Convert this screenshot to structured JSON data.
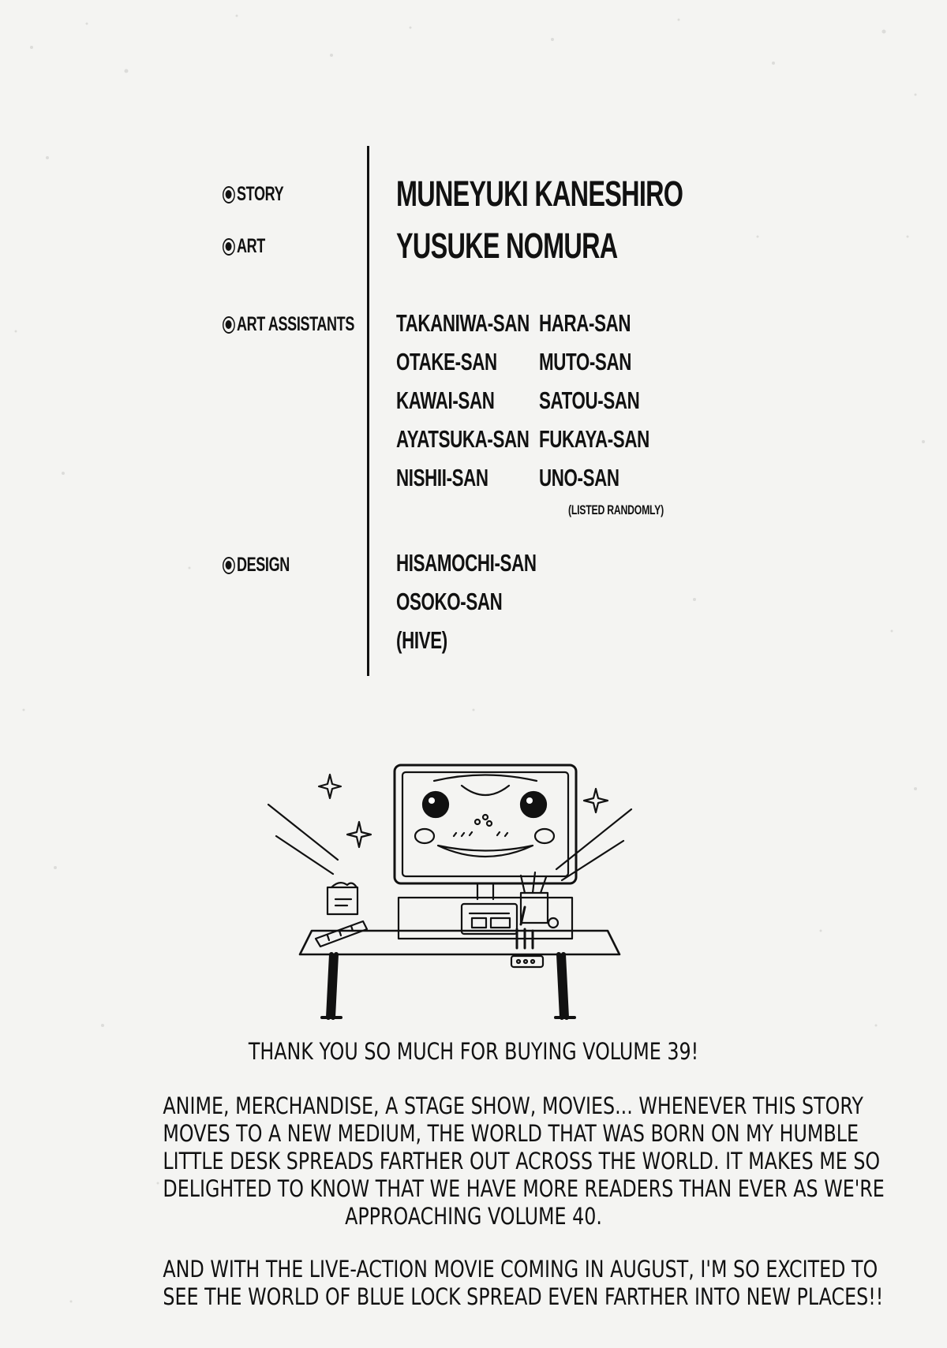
{
  "credits": {
    "story": {
      "label": "STORY",
      "name": "MUNEYUKI KANESHIRO"
    },
    "art": {
      "label": "ART",
      "name": "YUSUKE NOMURA"
    },
    "assistants": {
      "label": "ART ASSISTANTS",
      "left": [
        "TAKANIWA-SAN",
        "OTAKE-SAN",
        "KAWAI-SAN",
        "AYATSUKA-SAN",
        "NISHII-SAN"
      ],
      "right": [
        "HARA-SAN",
        "MUTO-SAN",
        "SATOU-SAN",
        "FUKAYA-SAN",
        "UNO-SAN"
      ],
      "note": "(LISTED RANDOMLY)"
    },
    "design": {
      "label": "DESIGN",
      "names": [
        "HISAMOCHI-SAN",
        "OSOKO-SAN",
        "(HIVE)"
      ]
    }
  },
  "message": {
    "thanks": "THANK YOU SO MUCH FOR BUYING VOLUME 39!",
    "paragraph1": [
      "ANIME, MERCHANDISE, A STAGE SHOW, MOVIES... WHENEVER THIS STORY",
      "MOVES TO A NEW MEDIUM, THE WORLD THAT WAS BORN ON MY HUMBLE",
      "LITTLE DESK SPREADS FARTHER OUT ACROSS THE WORLD. IT MAKES ME SO",
      "DELIGHTED TO KNOW THAT WE HAVE MORE READERS THAN EVER AS WE'RE",
      "APPROACHING VOLUME 40."
    ],
    "paragraph2": [
      "AND WITH THE LIVE-ACTION MOVIE COMING IN AUGUST, I'M SO EXCITED TO",
      "SEE THE WORLD OF BLUE LOCK SPREAD EVEN FARTHER INTO NEW PLACES!!"
    ]
  }
}
